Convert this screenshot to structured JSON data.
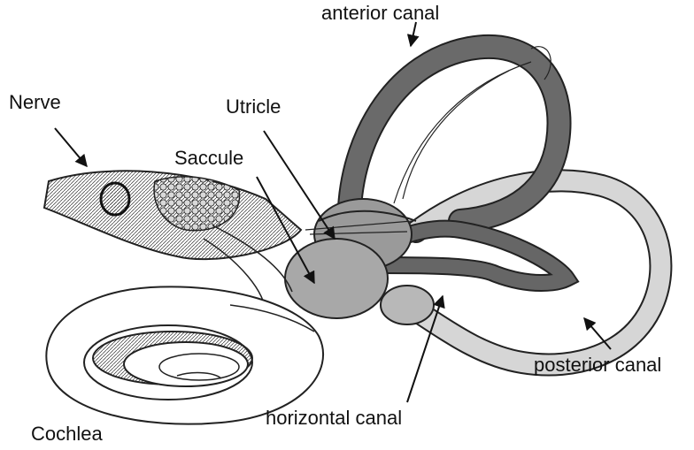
{
  "labels": {
    "anterior_canal": "anterior canal",
    "nerve": "Nerve",
    "utricle": "Utricle",
    "saccule": "Saccule",
    "posterior_canal": "posterior canal",
    "horizontal_canal": "horizontal canal",
    "cochlea": "Cochlea"
  }
}
